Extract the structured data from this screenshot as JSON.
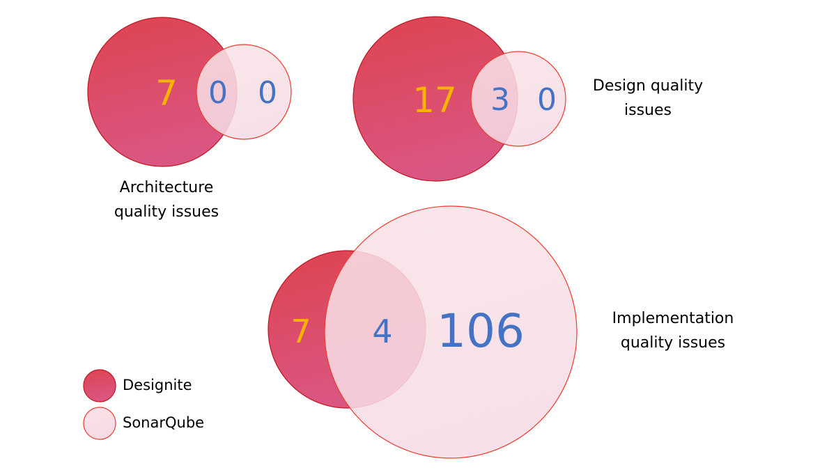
{
  "chart_data": {
    "type": "venn",
    "title": "",
    "colors": {
      "designite_fill_top": "#de4350",
      "designite_fill_bottom": "#db5580",
      "designite_border": "#c0141e",
      "sonarqube_fill": "#f8e0e6",
      "sonarqube_border": "#ee3b2e",
      "designite_number": "#f6b400",
      "sonarqube_number": "#4472c4"
    },
    "legend": [
      {
        "name": "Designite",
        "swatch": "red-circle"
      },
      {
        "name": "SonarQube",
        "swatch": "pink-circle"
      }
    ],
    "diagrams": [
      {
        "label_line1": "Architecture",
        "label_line2": "quality issues",
        "designite_only": 7,
        "both": 0,
        "sonarqube_only": 0
      },
      {
        "label_line1": "Design quality",
        "label_line2": "issues",
        "designite_only": 17,
        "both": 3,
        "sonarqube_only": 0
      },
      {
        "label_line1": "Implementation",
        "label_line2": "quality issues",
        "designite_only": 7,
        "both": 4,
        "sonarqube_only": 106
      }
    ]
  },
  "numbers": {
    "architecture": {
      "designite_only": "7",
      "both": "0",
      "sonarqube_only": "0"
    },
    "design": {
      "designite_only": "17",
      "both": "3",
      "sonarqube_only": "0"
    },
    "implementation": {
      "designite_only": "7",
      "both": "4",
      "sonarqube_only": "106"
    }
  },
  "labels": {
    "architecture": {
      "line1": "Architecture",
      "line2": "quality issues"
    },
    "design": {
      "line1": "Design quality",
      "line2": "issues"
    },
    "implementation": {
      "line1": "Implementation",
      "line2": "quality issues"
    }
  },
  "legend": {
    "designite": "Designite",
    "sonarqube": "SonarQube"
  }
}
